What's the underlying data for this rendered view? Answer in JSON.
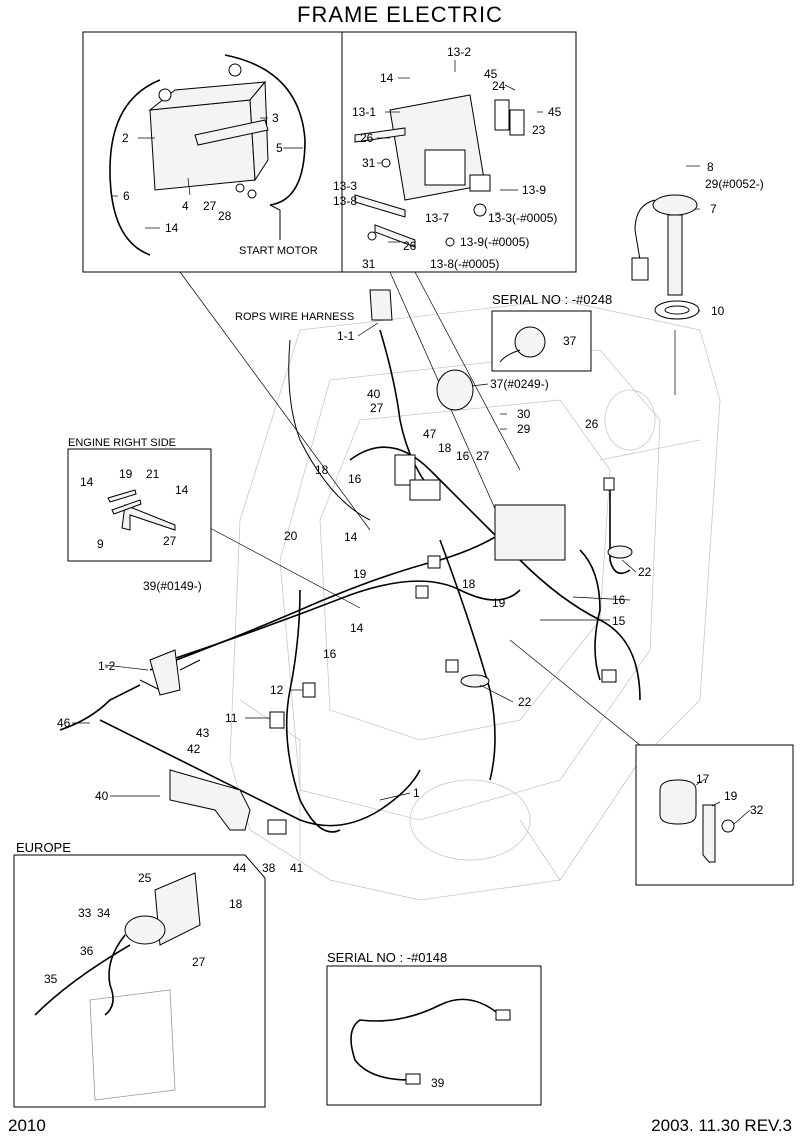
{
  "title": "FRAME ELECTRIC",
  "footer": {
    "code": "2010",
    "date_rev": "2003. 11.30  REV.3"
  },
  "sections": {
    "rops": "ROPS WIRE HARNESS",
    "start_motor": "START MOTOR",
    "engine_right_side": "ENGINE RIGHT SIDE",
    "serial_0248": "SERIAL NO : -#0248",
    "europe": "EUROPE",
    "serial_0148": "SERIAL NO : -#0148"
  },
  "callouts": {
    "c1": "1",
    "c1_1": "1-1",
    "c1_2": "1-2",
    "c2": "2",
    "c3": "3",
    "c4": "4",
    "c5": "5",
    "c6": "6",
    "c7": "7",
    "c8": "8",
    "c9": "9",
    "c10": "10",
    "c11": "11",
    "c12": "12",
    "c13_1": "13-1",
    "c13_2": "13-2",
    "c13_3": "13-3",
    "c13_8": "13-8",
    "c13_7": "13-7",
    "c13_9": "13-9",
    "c13_3b": "13-3(-#0005)",
    "c13_9b": "13-9(-#0005)",
    "c13_8b": "13-8(-#0005)",
    "c14a": "14",
    "c14b": "14",
    "c14c": "14",
    "c14d": "14",
    "c14e": "14",
    "c14f": "14",
    "c15": "15",
    "c16a": "16",
    "c16b": "16",
    "c16c": "16",
    "c16d": "16",
    "c17": "17",
    "c18a": "18",
    "c18b": "18",
    "c18c": "18",
    "c18d": "18",
    "c19a": "19",
    "c19b": "19",
    "c19c": "19",
    "c19d": "19",
    "c20": "20",
    "c21": "21",
    "c22a": "22",
    "c22b": "22",
    "c23": "23",
    "c24": "24",
    "c25": "25",
    "c26a": "26",
    "c26b": "26",
    "c26c": "26",
    "c27a": "27",
    "c27b": "27",
    "c27c": "27",
    "c27d": "27",
    "c27e": "27",
    "c28": "28",
    "c29": "29(#0052-)",
    "c29b": "29",
    "c30": "30",
    "c31a": "31",
    "c31b": "31",
    "c32": "32",
    "c33": "33",
    "c34": "34",
    "c35": "35",
    "c36": "36",
    "c37": "37",
    "c37b": "37(#0249-)",
    "c38": "38",
    "c39": "39(#0149-)",
    "c39b": "39",
    "c40a": "40",
    "c40b": "40",
    "c41": "41",
    "c42": "42",
    "c43": "43",
    "c44": "44",
    "c45a": "45",
    "c45b": "45",
    "c46": "46",
    "c47": "47"
  }
}
